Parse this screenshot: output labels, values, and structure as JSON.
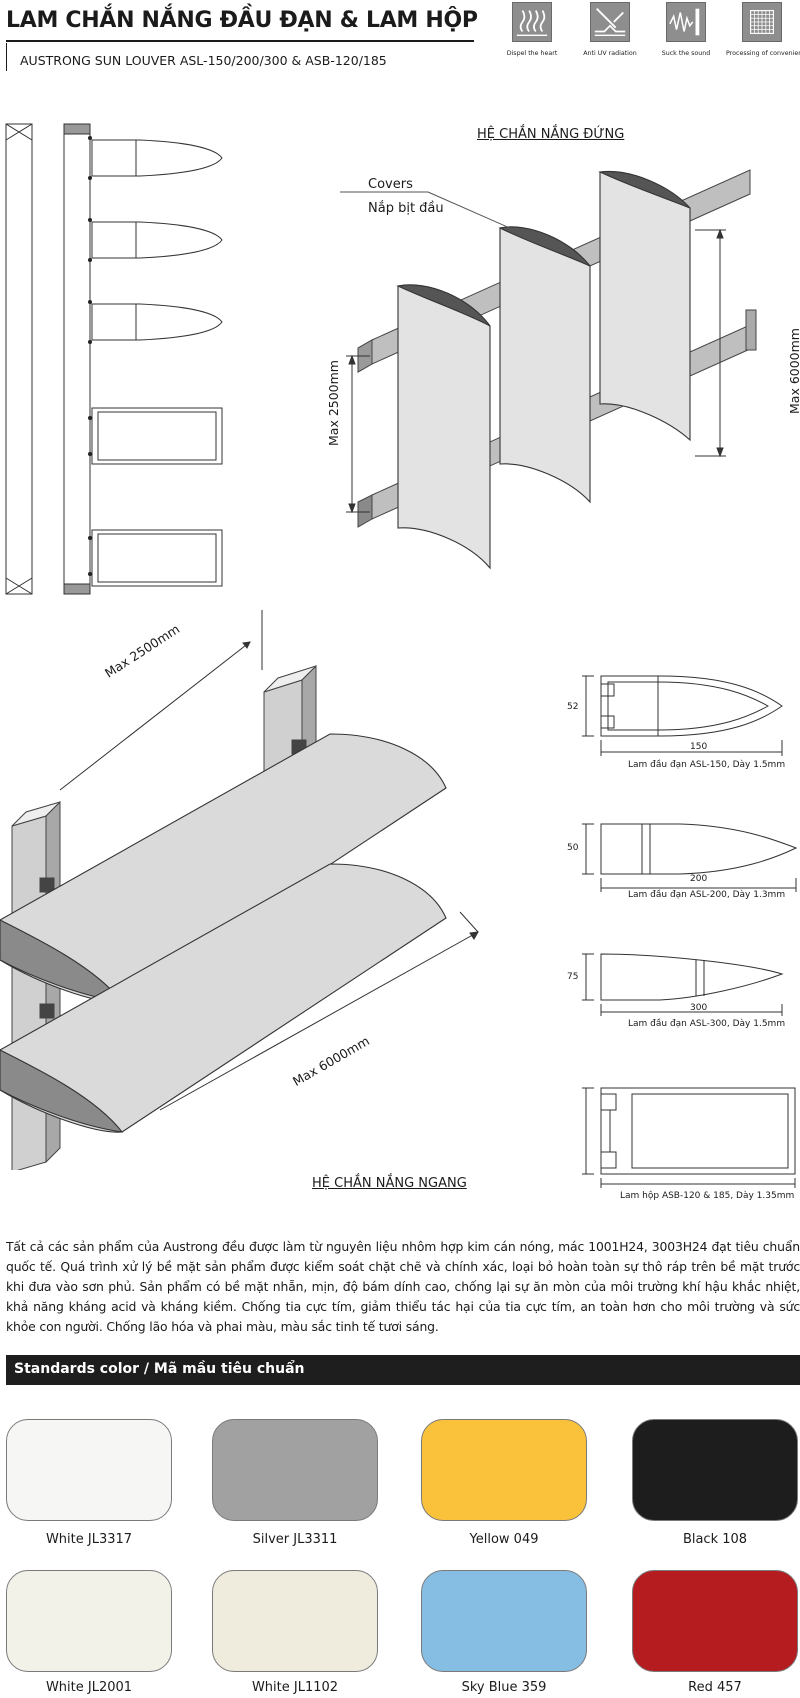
{
  "header": {
    "title": "LAM CHẮN NẮNG ĐẦU ĐẠN & LAM HỘP",
    "subtitle": "AUSTRONG SUN LOUVER ASL-150/200/300 & ASB-120/185"
  },
  "features": [
    {
      "label": "Dispel the heart",
      "icon": "heat-waves-icon"
    },
    {
      "label": "Anti UV radiation",
      "icon": "uv-shield-icon"
    },
    {
      "label": "Suck the sound",
      "icon": "sound-absorb-icon"
    },
    {
      "label": "Processing of convenient",
      "icon": "grid-processing-icon"
    }
  ],
  "vertical_system": {
    "title": "HỆ CHẮN NẮNG ĐỨNG",
    "covers_en": "Covers",
    "covers_vi": "Nắp bịt đầu",
    "max_span": "Max 2500mm",
    "max_height": "Max 6000mm"
  },
  "horizontal_system": {
    "title": "HỆ CHẮN NẮNG NGANG",
    "max_span": "Max 2500mm",
    "max_length": "Max 6000mm"
  },
  "profiles": [
    {
      "height": "52",
      "width": "150",
      "caption": "Lam đầu đạn ASL-150, Dày 1.5mm"
    },
    {
      "height": "50",
      "width": "200",
      "caption": "Lam đầu đạn ASL-200, Dày 1.3mm"
    },
    {
      "height": "75",
      "width": "300",
      "caption": "Lam đầu đạn ASL-300, Dày 1.5mm"
    },
    {
      "height": "",
      "width": "",
      "caption": "Lam hộp ASB-120 & 185, Dày 1.35mm"
    }
  ],
  "description": "Tất cả các sản phẩm của Austrong đều được làm từ nguyên liệu nhôm hợp kim cán nóng, mác 1001H24, 3003H24 đạt tiêu chuẩn quốc tế. Quá trình xử lý bề mặt sản phẩm được kiểm soát chặt chẽ và chính xác, loại bỏ hoàn toàn sự thô ráp trên bề mặt trước khi đưa vào sơn phủ. Sản phẩm có bề mặt nhẵn, mịn, độ bám dính cao, chống lại sự ăn mòn của môi trường khí hậu khắc nhiệt, khả năng kháng acid và kháng kiềm. Chống tia cực tím, giảm thiểu tác hại của tia cực tím, an toàn hơn cho môi trường và sức khỏe con người. Chống lão hóa và phai màu,  màu sắc tinh tế tươi sáng.",
  "colors_section": {
    "heading": "Standards color / Mã mầu tiêu chuẩn",
    "swatches": [
      {
        "name": "White JL3317",
        "color": "#f6f6f4"
      },
      {
        "name": "Silver JL3311",
        "color": "#a1a1a1"
      },
      {
        "name": "Yellow 049",
        "color": "#f9c23a"
      },
      {
        "name": "Black 108",
        "color": "#1d1d1d"
      },
      {
        "name": "White JL2001",
        "color": "#f3f2e9"
      },
      {
        "name": "White JL1102",
        "color": "#efecde"
      },
      {
        "name": "Sky Blue 359",
        "color": "#86bde2"
      },
      {
        "name": "Red 457",
        "color": "#b51c1f"
      }
    ]
  }
}
